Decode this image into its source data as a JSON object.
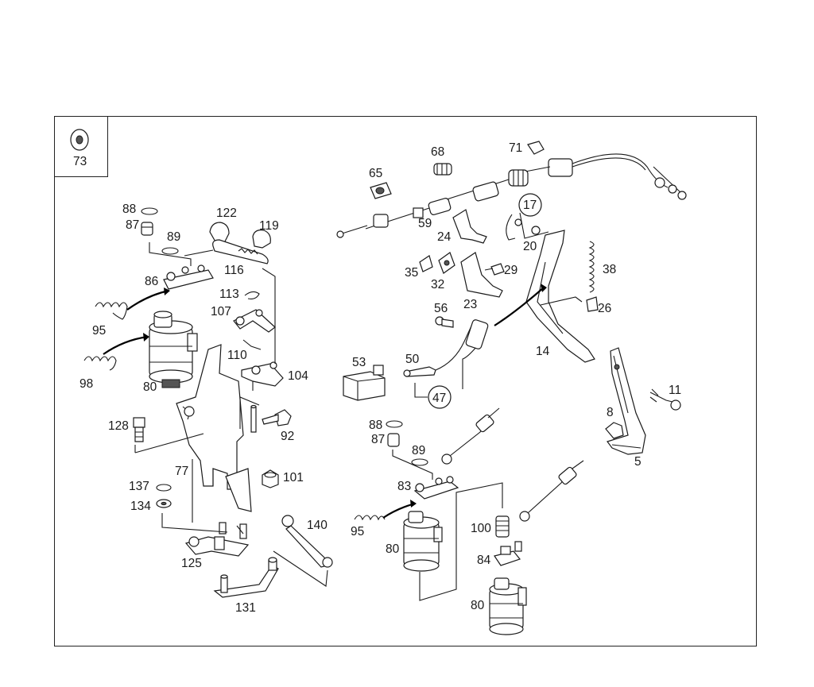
{
  "callouts": {
    "c73": "73",
    "c88a": "88",
    "c87a": "87",
    "c89a": "89",
    "c86": "86",
    "c122": "122",
    "c119": "119",
    "c116": "116",
    "c113": "113",
    "c107": "107",
    "c110": "110",
    "c104": "104",
    "c95a": "95",
    "c98": "98",
    "c80a": "80",
    "c128": "128",
    "c92": "92",
    "c77": "77",
    "c101": "101",
    "c137": "137",
    "c134": "134",
    "c125": "125",
    "c140": "140",
    "c131": "131",
    "c68": "68",
    "c71": "71",
    "c65": "65",
    "c59": "59",
    "c17": "17",
    "c20": "20",
    "c24": "24",
    "c35": "35",
    "c32": "32",
    "c29": "29",
    "c23": "23",
    "c38": "38",
    "c26": "26",
    "c56": "56",
    "c14": "14",
    "c53": "53",
    "c50": "50",
    "c47": "47",
    "c11": "11",
    "c8": "8",
    "c5": "5",
    "c88b": "88",
    "c87b": "87",
    "c89b": "89",
    "c83": "83",
    "c95b": "95",
    "c80b": "80",
    "c100": "100",
    "c84": "84",
    "c80c": "80"
  },
  "colors": {
    "line": "#1a1a1a",
    "leader_accent": "#b0104a",
    "background": "#ffffff"
  }
}
